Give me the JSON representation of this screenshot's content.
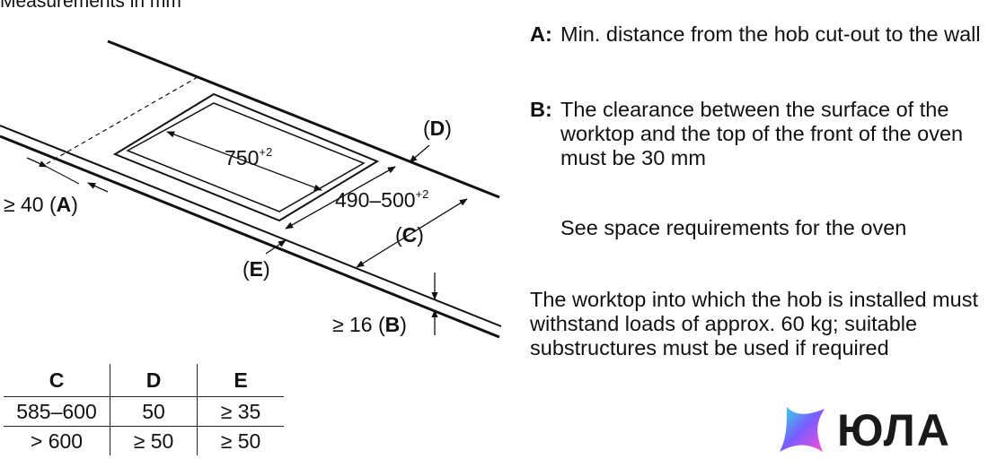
{
  "caption": "Measurements in mm",
  "labels": {
    "width": "750",
    "width_tol": "+2",
    "depth": "490–500",
    "depth_tol": "+2",
    "d_open": "(",
    "d_key": "D",
    "d_close": ")",
    "c_open": "(",
    "c_key": "C",
    "c_close": ")",
    "e_open": "(",
    "e_key": "E",
    "e_close": ")",
    "a_prefix": "≥ 40 (",
    "a_key": "A",
    "a_close": ")",
    "b_prefix": "≥ 16 (",
    "b_key": "B",
    "b_close": ")"
  },
  "notes": {
    "a_key": "A:",
    "a_text": "Min. distance from the hob cut-out to the wall",
    "b_key": "B:",
    "b_text": "The clearance between the surface of the worktop and the top of the front of the oven must be 30 mm",
    "see": "See space requirements for the oven",
    "load": "The worktop into which the hob is installed must withstand loads of approx. 60 kg; suitable substructures must be used if required"
  },
  "table": {
    "headers": [
      "C",
      "D",
      "E"
    ],
    "rows": [
      [
        "585–600",
        "50",
        "≥ 35"
      ],
      [
        "> 600",
        "≥ 50",
        "≥ 50"
      ]
    ]
  },
  "logo": {
    "text": "ЮЛА",
    "colors": [
      "#2de2e6",
      "#7a5cff",
      "#ff4fd8"
    ]
  }
}
